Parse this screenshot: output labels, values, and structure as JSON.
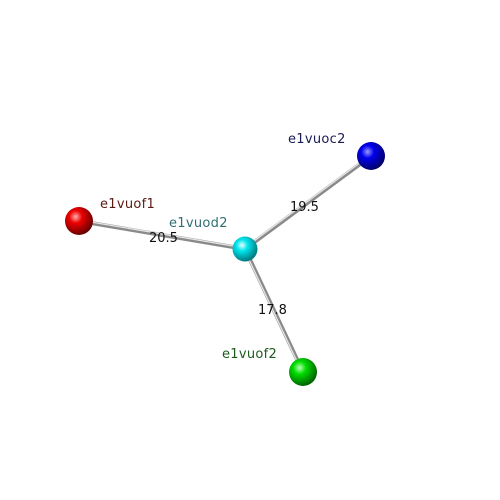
{
  "nodes": [
    {
      "id": "e1vuod2",
      "label": "e1vuod2",
      "color": "#00e5ee",
      "label_color": "#2f6f73"
    },
    {
      "id": "e1vuof1",
      "label": "e1vuof1",
      "color": "#ee0000",
      "label_color": "#5a1a14"
    },
    {
      "id": "e1vuoc2",
      "label": "e1vuoc2",
      "color": "#0000ee",
      "label_color": "#1a1a55"
    },
    {
      "id": "e1vuof2",
      "label": "e1vuof2",
      "color": "#00dd00",
      "label_color": "#1d5a1d"
    }
  ],
  "edges": [
    {
      "from": "e1vuod2",
      "to": "e1vuof1",
      "label": "20.5"
    },
    {
      "from": "e1vuod2",
      "to": "e1vuoc2",
      "label": "19.5"
    },
    {
      "from": "e1vuod2",
      "to": "e1vuof2",
      "label": "17.8"
    }
  ]
}
